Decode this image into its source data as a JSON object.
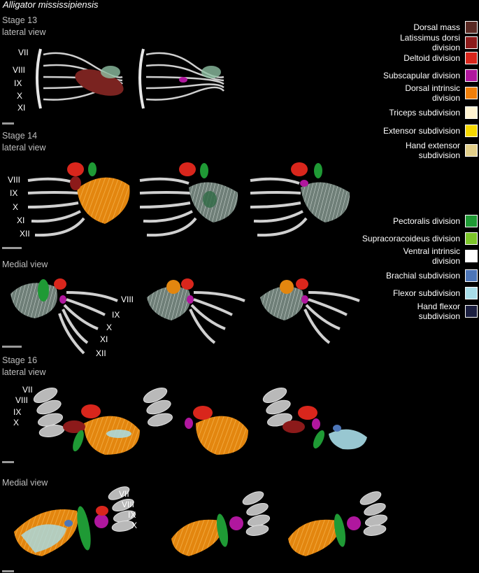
{
  "species": "Alligator mississipiensis",
  "sections": [
    {
      "line1": "Stage 13",
      "line2": "lateral view"
    },
    {
      "line1": "Stage 14",
      "line2": "lateral view"
    },
    {
      "line1": "Medial view",
      "line2": ""
    },
    {
      "line1": "Stage 16",
      "line2": "lateral view"
    },
    {
      "line1": "Medial view",
      "line2": ""
    }
  ],
  "nerves": {
    "s13": [
      "VII",
      "VIII",
      "IX",
      "X",
      "XI"
    ],
    "s14_lat": [
      "VIII",
      "IX",
      "X",
      "XI",
      "XII"
    ],
    "s14_med": [
      "VIII",
      "IX",
      "X",
      "XI",
      "XII"
    ],
    "s16_lat": [
      "VII",
      "VIII",
      "IX",
      "X"
    ],
    "s16_med": [
      "VII",
      "VIII",
      "IX",
      "X"
    ]
  },
  "legend_dorsal": [
    {
      "label": "Dorsal mass",
      "color": "#5a2a24"
    },
    {
      "label": "Latissimus dorsi division",
      "color": "#8c1a1a"
    },
    {
      "label": "Deltoid division",
      "color": "#d9261c"
    },
    {
      "label": "Subscapular division",
      "color": "#b0179e"
    },
    {
      "label": "Dorsal intrinsic division",
      "color": "#f07f0a"
    },
    {
      "label": "Triceps subdivision",
      "color": "#fff4d2"
    },
    {
      "label": "Extensor subdivision",
      "color": "#f5d800"
    },
    {
      "label": "Hand extensor subdivision",
      "color": "#e2cf8a"
    }
  ],
  "legend_ventral": [
    {
      "label": "Pectoralis division",
      "color": "#1f9a35"
    },
    {
      "label": "Supracoracoideus division",
      "color": "#7cc52a"
    },
    {
      "label": "Ventral intrinsic division",
      "color": "#ffffff"
    },
    {
      "label": "Brachial subdivision",
      "color": "#4d76b8"
    },
    {
      "label": "Flexor subdivision",
      "color": "#a8dde8"
    },
    {
      "label": "Hand flexor subdivision",
      "color": "#1b1f40"
    }
  ]
}
